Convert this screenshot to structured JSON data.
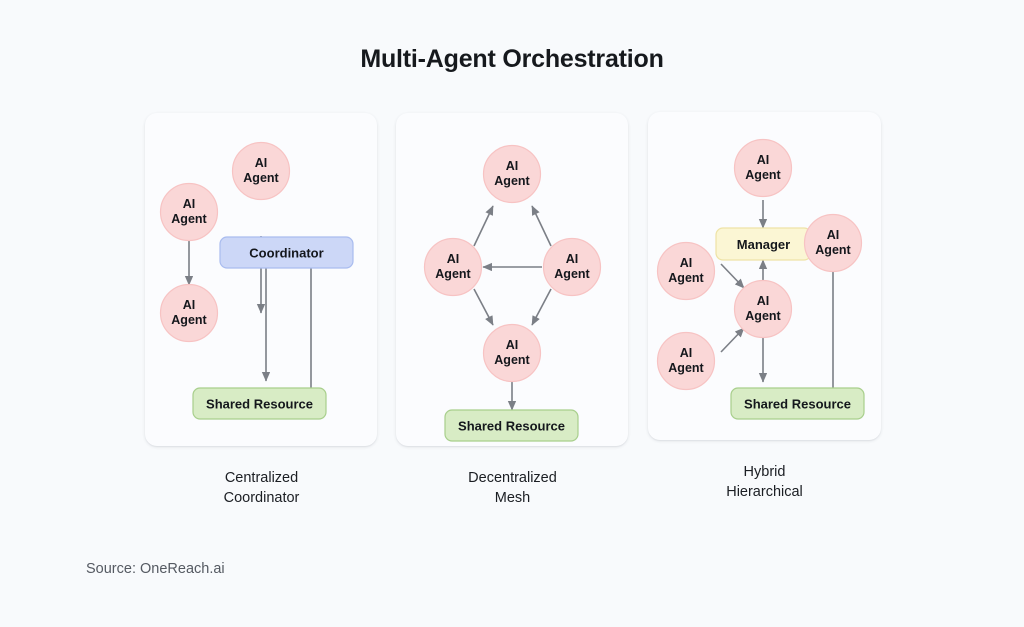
{
  "page": {
    "title": "Multi-Agent Orchestration",
    "background_color": "#f8fafc",
    "source_note": "Source: OneReach.ai"
  },
  "colors": {
    "agent_fill": "#fad7d7",
    "agent_border": "#f7c3c3",
    "coordinator_fill": "#ccd7f7",
    "coordinator_border": "#a9bcef",
    "manager_fill": "#fbf6d4",
    "manager_border": "#eee3a6",
    "resource_fill": "#d8ecc5",
    "resource_border": "#a8cf8c",
    "edge": "#7b7f86",
    "card": "#fbfcfe",
    "text": "#14171c"
  },
  "panels": [
    {
      "id": "centralized-coordinator",
      "caption_line1": "Centralized",
      "caption_line2": "Coordinator",
      "nodes": [
        {
          "id": "agent-top",
          "type": "agent",
          "label_line1": "AI",
          "label_line2": "Agent"
        },
        {
          "id": "agent-left",
          "type": "agent",
          "label_line1": "AI",
          "label_line2": "Agent"
        },
        {
          "id": "agent-lower",
          "type": "agent",
          "label_line1": "AI",
          "label_line2": "Agent"
        },
        {
          "id": "coordinator",
          "type": "coordinator",
          "label": "Coordinator"
        },
        {
          "id": "resource",
          "type": "resource",
          "label": "Shared Resource"
        }
      ],
      "edges": [
        {
          "from": "agent-top",
          "to": "coordinator",
          "arrow": true
        },
        {
          "from": "agent-left",
          "to": "agent-lower",
          "arrow": true
        },
        {
          "from": "coordinator",
          "to": "resource",
          "arrow": true
        },
        {
          "from": "coordinator",
          "to": "resource",
          "arrow": false
        }
      ]
    },
    {
      "id": "decentralized-mesh",
      "caption_line1": "Decentralized",
      "caption_line2": "Mesh",
      "nodes": [
        {
          "id": "agent-top",
          "type": "agent",
          "label_line1": "AI",
          "label_line2": "Agent"
        },
        {
          "id": "agent-left",
          "type": "agent",
          "label_line1": "AI",
          "label_line2": "Agent"
        },
        {
          "id": "agent-right",
          "type": "agent",
          "label_line1": "AI",
          "label_line2": "Agent"
        },
        {
          "id": "agent-bottom",
          "type": "agent",
          "label_line1": "AI",
          "label_line2": "Agent"
        },
        {
          "id": "resource",
          "type": "resource",
          "label": "Shared Resource"
        }
      ],
      "edges": [
        {
          "from": "agent-left",
          "to": "agent-top",
          "arrow": true
        },
        {
          "from": "agent-right",
          "to": "agent-top",
          "arrow": true
        },
        {
          "from": "agent-right",
          "to": "agent-left",
          "arrow": true
        },
        {
          "from": "agent-left",
          "to": "agent-bottom",
          "arrow": true
        },
        {
          "from": "agent-right",
          "to": "agent-bottom",
          "arrow": true
        },
        {
          "from": "agent-bottom",
          "to": "resource",
          "arrow": true
        }
      ]
    },
    {
      "id": "hybrid-hierarchical",
      "caption_line1": "Hybrid",
      "caption_line2": "Hierarchical",
      "nodes": [
        {
          "id": "agent-top",
          "type": "agent",
          "label_line1": "AI",
          "label_line2": "Agent"
        },
        {
          "id": "manager",
          "type": "manager",
          "label": "Manager"
        },
        {
          "id": "agent-left-upper",
          "type": "agent",
          "label_line1": "AI",
          "label_line2": "Agent"
        },
        {
          "id": "agent-left-lower",
          "type": "agent",
          "label_line1": "AI",
          "label_line2": "Agent"
        },
        {
          "id": "agent-right",
          "type": "agent",
          "label_line1": "AI",
          "label_line2": "Agent"
        },
        {
          "id": "agent-center",
          "type": "agent",
          "label_line1": "AI",
          "label_line2": "Agent"
        },
        {
          "id": "resource",
          "type": "resource",
          "label": "Shared Resource"
        }
      ],
      "edges": [
        {
          "from": "agent-top",
          "to": "manager",
          "arrow": true
        },
        {
          "from": "agent-left-upper",
          "to": "agent-center",
          "arrow": true
        },
        {
          "from": "agent-left-lower",
          "to": "agent-center",
          "arrow": true
        },
        {
          "from": "agent-center",
          "to": "manager",
          "arrow": true
        },
        {
          "from": "agent-center",
          "to": "resource",
          "arrow": true
        },
        {
          "from": "agent-right",
          "to": "resource",
          "arrow": false
        }
      ]
    }
  ]
}
